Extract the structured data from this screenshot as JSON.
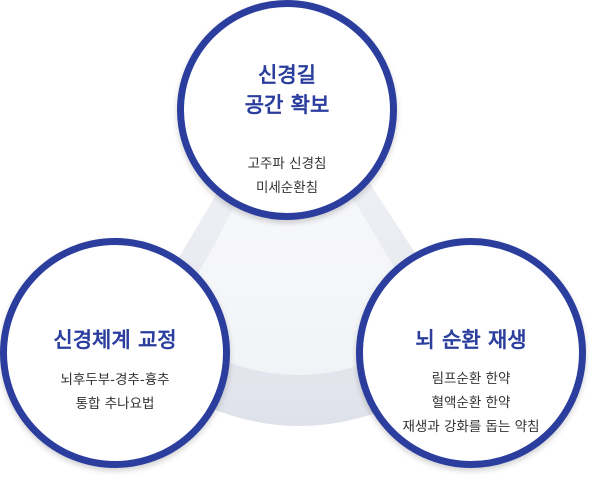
{
  "nodes": [
    {
      "id": "top",
      "title_lines": [
        "신경길",
        "공간 확보"
      ],
      "desc_lines": [
        "고주파 신경침",
        "미세순환침"
      ]
    },
    {
      "id": "left",
      "title_lines": [
        "신경체계 교정"
      ],
      "desc_lines": [
        "뇌후두부-경추-흉추",
        "통합 추나요법"
      ]
    },
    {
      "id": "right",
      "title_lines": [
        "뇌 순환 재생"
      ],
      "desc_lines": [
        "림프순환 한약",
        "혈액순환 한약",
        "재생과 강화를 돕는 약침"
      ]
    }
  ],
  "colors": {
    "accent": "#2b3e9e",
    "text": "#333333",
    "connector": "#e6e8ee"
  }
}
